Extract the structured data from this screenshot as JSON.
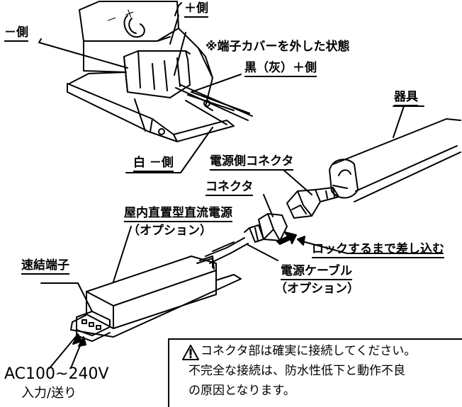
{
  "labels": {
    "minus_side": "－側",
    "plus_side": "＋側",
    "cover_removed": "※端子カバーを外した状態",
    "black_gray_plus": "黒（灰）＋側",
    "fixture": "器具",
    "white_minus": "白 －側",
    "power_side_connector": "電源側コネクタ",
    "connector": "コネクタ",
    "indoor_dc_power": "屋内直置型直流電源",
    "option_1": "（オプション）",
    "lock_insert": "ロックするまで差し込む",
    "quick_terminal": "速結端子",
    "power_cable": "電源ケーブル",
    "option_2": "（オプション）",
    "ac_voltage": "AC100~240V",
    "input_output": "入力/送り",
    "case_minus": "－",
    "case_plus": "＋"
  },
  "notice": {
    "line1": "コネクタ部は確実に接続してください。",
    "line2": "不完全な接続は、防水性低下と動作不良",
    "line3": "の原因となります。"
  },
  "icons": {
    "warning": "warning-triangle-icon"
  }
}
